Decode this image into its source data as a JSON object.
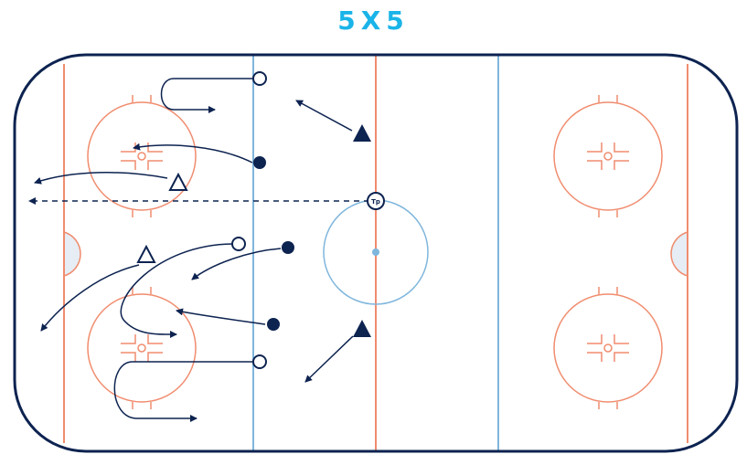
{
  "title": "5X5",
  "coach_marker": "Tp",
  "colors": {
    "title": "#1ab4e8",
    "board": "#0d2350",
    "red_line": "#f08c6e",
    "blue_line": "#7fb6dc",
    "player": "#0d2350",
    "crease": "#e6edf4"
  },
  "players": {
    "filled_triangles": 2,
    "open_triangles": 2,
    "filled_circles": 3,
    "open_circles": 3
  }
}
